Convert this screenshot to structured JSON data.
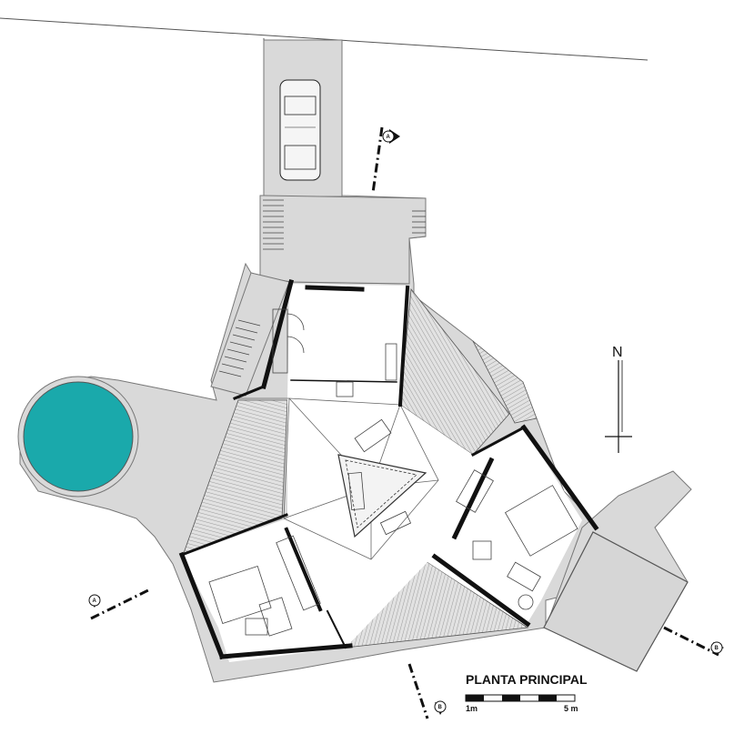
{
  "drawing": {
    "title": "PLANTA PRINCIPAL",
    "north_label": "N",
    "scale_bar": {
      "start_label": "1m",
      "end_label": "5 m"
    },
    "section_markers": [
      {
        "label": "A"
      },
      {
        "label": "A"
      },
      {
        "label": "B"
      },
      {
        "label": "B"
      }
    ],
    "colors": {
      "pool": "#1aa9ab",
      "paving": "#d9d9d9",
      "walls": "#111111",
      "background": "#ffffff"
    }
  }
}
